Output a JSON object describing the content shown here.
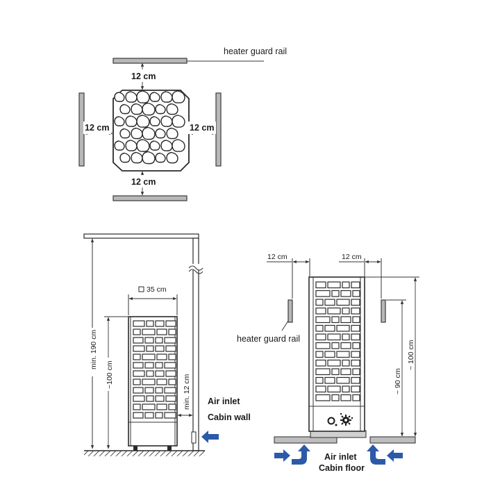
{
  "top_view": {
    "rail_label": "heater guard rail",
    "dist_top": "12 cm",
    "dist_left": "12 cm",
    "dist_right": "12 cm",
    "dist_bottom": "12 cm"
  },
  "side_view": {
    "width": "35 cm",
    "min_height": "min. 190 cm",
    "heater_height": "~100 cm",
    "min_gap": "min. 12 cm",
    "air_inlet": "Air inlet",
    "cabin_wall": "Cabin wall"
  },
  "front_view": {
    "gap_left": "12 cm",
    "gap_right": "12 cm",
    "rail_label": "heater guard rail",
    "height_90": "~ 90 cm",
    "height_100": "~ 100 cm",
    "air_inlet": "Air inlet",
    "cabin_floor": "Cabin floor"
  },
  "colors": {
    "arrow": "#2c5aa8",
    "rail": "#b8b8b8",
    "line": "#2a2a2a"
  }
}
